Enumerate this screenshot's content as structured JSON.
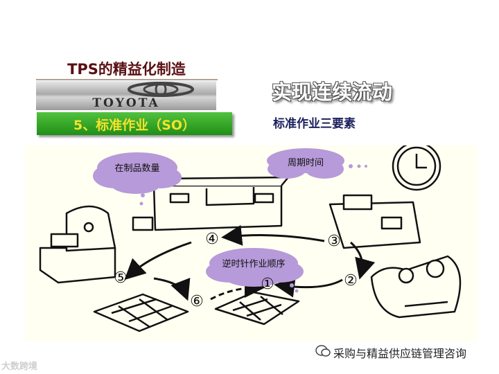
{
  "header": {
    "title": "TPS的精益化制造",
    "logo_text": "TOYOTA",
    "banner": "5、标准作业（SO）"
  },
  "section": {
    "title": "实现连续流动",
    "subtitle": "标准作业三要素"
  },
  "diagram": {
    "clouds": {
      "wip": "在制品数量",
      "cycle": "周期时间",
      "order": "逆时针作业顺序"
    },
    "steps": [
      "①",
      "②",
      "③",
      "④",
      "⑤",
      "⑥"
    ]
  },
  "footer": {
    "wechat_icon": "wechat-icon",
    "account": "采购与精益供应链管理咨询",
    "watermark": "大数跨境"
  },
  "colors": {
    "title_red": "#5a0f12",
    "banner_green": "#2fa526",
    "banner_text": "#f6e22b",
    "cloud_purple": "#b79ad9",
    "subtitle_navy": "#1b1f5c"
  }
}
